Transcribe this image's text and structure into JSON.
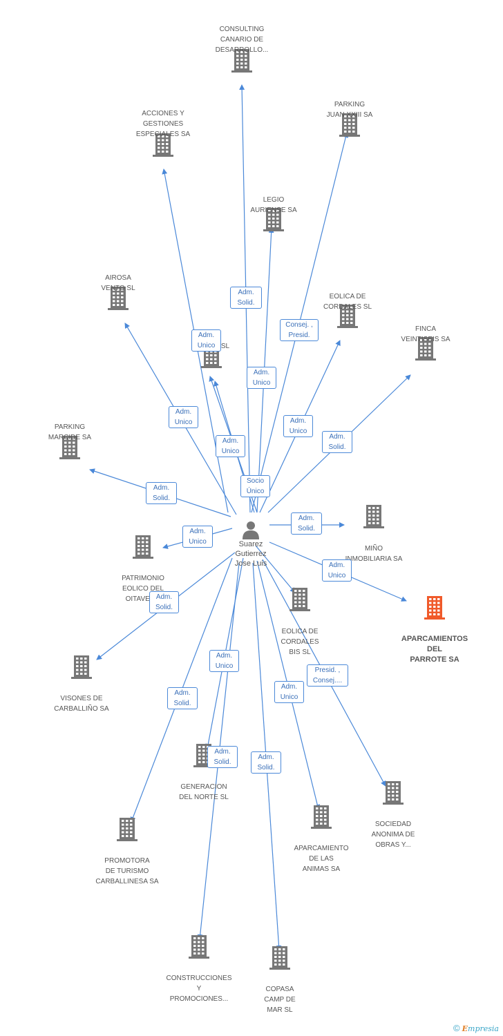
{
  "colors": {
    "edge": "#4a88d8",
    "building": "#777777",
    "highlight": "#f05a2a",
    "label": "#555555"
  },
  "center": {
    "lines": [
      "Suarez",
      "Gutierrez",
      "Jose Luis"
    ],
    "icon": "person-icon"
  },
  "nodes": [
    {
      "id": "consulting",
      "lines": [
        "CONSULTING",
        "CANARIO DE",
        "DESARROLLO..."
      ]
    },
    {
      "id": "acciones",
      "lines": [
        "ACCIONES Y",
        "GESTIONES",
        "ESPECIALES SA"
      ]
    },
    {
      "id": "parking_juan",
      "lines": [
        "PARKING",
        "JUAN XXIII SA"
      ]
    },
    {
      "id": "legio",
      "lines": [
        "LEGIO",
        "AURIENSE SA"
      ]
    },
    {
      "id": "airosa",
      "lines": [
        "AIROSA",
        "VENTO SL"
      ]
    },
    {
      "id": "eolica_cordales",
      "lines": [
        "EOLICA DE",
        "CORDALES SL"
      ]
    },
    {
      "id": "hidden_sl",
      "lines": [
        "SL"
      ]
    },
    {
      "id": "finca",
      "lines": [
        "FINCA",
        "VEINTISEIS SA"
      ]
    },
    {
      "id": "parking_marcide",
      "lines": [
        "PARKING",
        "MARCIDE SA"
      ]
    },
    {
      "id": "mino",
      "lines": [
        "MIÑO",
        "INMOBILIARIA SA"
      ]
    },
    {
      "id": "patrimonio",
      "lines": [
        "PATRIMONIO",
        "EOLICO DEL",
        "OITAVEN..."
      ]
    },
    {
      "id": "aparcamientos_parrote",
      "lines": [
        "APARCAMIENTOS",
        "DEL",
        "PARROTE SA"
      ],
      "highlight": true
    },
    {
      "id": "eolica_bis",
      "lines": [
        "EOLICA DE",
        "CORDALES",
        "BIS SL"
      ]
    },
    {
      "id": "visones",
      "lines": [
        "VISONES DE",
        "CARBALLIÑO SA"
      ]
    },
    {
      "id": "generacion",
      "lines": [
        "GENERACION",
        "DEL NORTE SL"
      ]
    },
    {
      "id": "sociedad",
      "lines": [
        "SOCIEDAD",
        "ANONIMA DE",
        "OBRAS Y..."
      ]
    },
    {
      "id": "promotora",
      "lines": [
        "PROMOTORA",
        "DE TURISMO",
        "CARBALLINESA SA"
      ]
    },
    {
      "id": "aparcamiento_animas",
      "lines": [
        "APARCAMIENTO",
        "DE LAS",
        "ANIMAS SA"
      ]
    },
    {
      "id": "construcciones",
      "lines": [
        "CONSTRUCCIONES",
        "Y",
        "PROMOCIONES..."
      ]
    },
    {
      "id": "copasa",
      "lines": [
        "COPASA",
        "CAMP DE",
        "MAR SL"
      ]
    }
  ],
  "relations": [
    {
      "lines": [
        "Adm.",
        "Solid."
      ]
    },
    {
      "lines": [
        "Consej. ,",
        "Presid."
      ]
    },
    {
      "lines": [
        "Adm.",
        "Unico"
      ]
    },
    {
      "lines": [
        "Adm.",
        "Unico"
      ]
    },
    {
      "lines": [
        "Adm.",
        "Unico"
      ]
    },
    {
      "lines": [
        "Adm.",
        "Unico"
      ]
    },
    {
      "lines": [
        "Adm.",
        "Solid."
      ]
    },
    {
      "lines": [
        "Adm.",
        "Unico"
      ]
    },
    {
      "lines": [
        "Socio",
        "Único"
      ]
    },
    {
      "lines": [
        "Adm.",
        "Solid."
      ]
    },
    {
      "lines": [
        "Adm.",
        "Solid."
      ]
    },
    {
      "lines": [
        "Adm.",
        "Unico"
      ]
    },
    {
      "lines": [
        "Adm.",
        "Unico"
      ]
    },
    {
      "lines": [
        "Adm.",
        "Solid."
      ]
    },
    {
      "lines": [
        "Adm.",
        "Unico"
      ]
    },
    {
      "lines": [
        "Presid. ,",
        "Consej...."
      ]
    },
    {
      "lines": [
        "Adm.",
        "Solid."
      ]
    },
    {
      "lines": [
        "Adm.",
        "Unico"
      ]
    },
    {
      "lines": [
        "Adm.",
        "Solid."
      ]
    },
    {
      "lines": [
        "Adm.",
        "Solid."
      ]
    }
  ],
  "credit": {
    "copyright": "©",
    "brand_first": "E",
    "brand_rest": "mpresia"
  }
}
